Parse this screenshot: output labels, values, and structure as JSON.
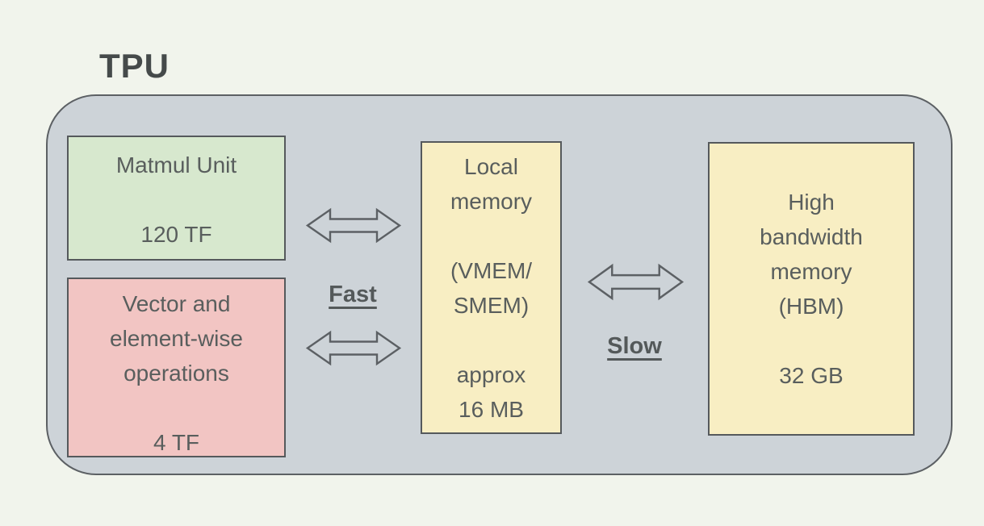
{
  "page_title": "TPU",
  "diagram": {
    "matmul_unit": {
      "title": "Matmul Unit",
      "value": "120 TF"
    },
    "vector_unit": {
      "title_lines": [
        "Vector and",
        "element-wise",
        "operations"
      ],
      "value": "4 TF"
    },
    "local_memory": {
      "title_lines": [
        "Local",
        "memory"
      ],
      "subtitle_lines": [
        "(VMEM/",
        "SMEM)"
      ],
      "value_lines": [
        "approx",
        "16 MB"
      ]
    },
    "hbm": {
      "title_lines": [
        "High",
        "bandwidth",
        "memory",
        "(HBM)"
      ],
      "value": "32 GB"
    },
    "labels": {
      "fast": "Fast",
      "slow": "Slow"
    },
    "colors": {
      "page_background": "#f1f4ec",
      "container_fill": "#cdd3d8",
      "container_border": "#5c6064",
      "matmul_fill": "#d7e8ce",
      "vector_fill": "#f2c5c3",
      "memory_fill": "#f8eec3",
      "box_border": "#55595c",
      "text": "#595e5d",
      "title_text": "#454a4a"
    }
  }
}
